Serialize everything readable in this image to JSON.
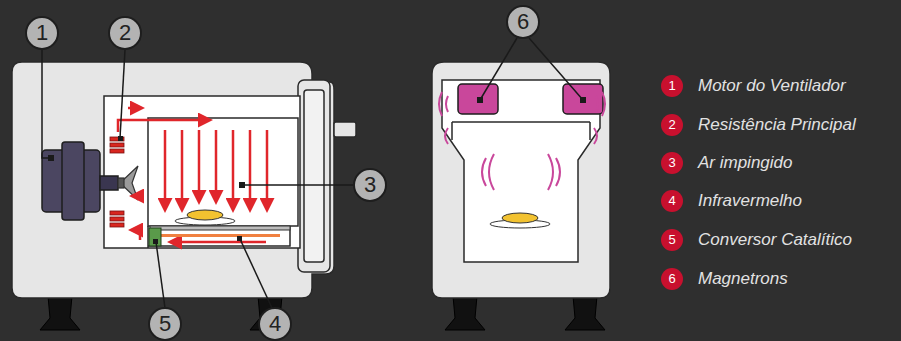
{
  "diagram": {
    "labels": [
      "1",
      "2",
      "3",
      "4",
      "5",
      "6",
      "1",
      "2",
      "3",
      "4",
      "5",
      "6"
    ],
    "legend": [
      {
        "text": "Motor do Ventilador"
      },
      {
        "text": "Resistência Principal"
      },
      {
        "text": "Ar impingido"
      },
      {
        "text": "Infravermelho"
      },
      {
        "text": "Conversor Catalítico"
      },
      {
        "text": "Magnetrons"
      }
    ]
  }
}
